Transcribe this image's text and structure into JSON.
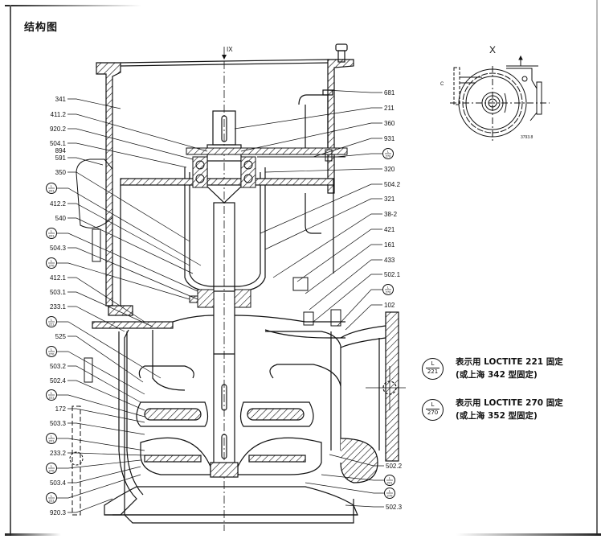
{
  "title": "结构图",
  "section_marker": "IX",
  "view_x": {
    "label": "X",
    "drawing_number": "3793.8"
  },
  "left_labels": [
    {
      "type": "text",
      "text": "341"
    },
    {
      "type": "text",
      "text": "411.2"
    },
    {
      "type": "text",
      "text": "920.2"
    },
    {
      "type": "text",
      "text": "504.1"
    },
    {
      "type": "text",
      "text": "894\n591"
    },
    {
      "type": "text",
      "text": "350"
    },
    {
      "type": "symbol",
      "code": "221"
    },
    {
      "type": "text",
      "text": "412.2"
    },
    {
      "type": "text",
      "text": "540"
    },
    {
      "type": "symbol",
      "code": "221"
    },
    {
      "type": "text",
      "text": "504.3"
    },
    {
      "type": "symbol",
      "code": "270"
    },
    {
      "type": "text",
      "text": "412.1"
    },
    {
      "type": "text",
      "text": "503.1"
    },
    {
      "type": "text",
      "text": "233.1"
    },
    {
      "type": "symbol",
      "code": "221"
    },
    {
      "type": "text",
      "text": "525"
    },
    {
      "type": "symbol",
      "code": "270"
    },
    {
      "type": "text",
      "text": "503.2"
    },
    {
      "type": "text",
      "text": "502.4"
    },
    {
      "type": "symbol",
      "code": "221"
    },
    {
      "type": "text",
      "text": "172"
    },
    {
      "type": "text",
      "text": "503.3"
    },
    {
      "type": "symbol",
      "code": "221"
    },
    {
      "type": "text",
      "text": "233.2"
    },
    {
      "type": "symbol",
      "code": "270"
    },
    {
      "type": "text",
      "text": "503.4"
    },
    {
      "type": "symbol",
      "code": "221"
    },
    {
      "type": "text",
      "text": "920.3"
    }
  ],
  "right_labels": [
    {
      "type": "text",
      "text": "681"
    },
    {
      "type": "text",
      "text": "211"
    },
    {
      "type": "text",
      "text": "360"
    },
    {
      "type": "text",
      "text": "931"
    },
    {
      "type": "symbol",
      "code": "270"
    },
    {
      "type": "text",
      "text": "320"
    },
    {
      "type": "text",
      "text": "504.2"
    },
    {
      "type": "text",
      "text": "321"
    },
    {
      "type": "text",
      "text": "38-2"
    },
    {
      "type": "text",
      "text": "421"
    },
    {
      "type": "text",
      "text": "161"
    },
    {
      "type": "text",
      "text": "433"
    },
    {
      "type": "text",
      "text": "502.1"
    },
    {
      "type": "symbol",
      "code": "270"
    },
    {
      "type": "text",
      "text": "102"
    }
  ],
  "bottom_right_labels": [
    {
      "type": "text",
      "text": "502.2"
    },
    {
      "type": "symbol",
      "code": "221"
    },
    {
      "type": "symbol",
      "code": "270"
    },
    {
      "type": "text",
      "text": "502.3"
    }
  ],
  "legend": [
    {
      "symbol_top": "L",
      "symbol_bottom": "221",
      "line1": "表示用 LOCTITE 221 固定",
      "line2": "(或上海 342 型固定)"
    },
    {
      "symbol_top": "L",
      "symbol_bottom": "270",
      "line1": "表示用 LOCTITE 270 固定",
      "line2": "(或上海 352 型固定)"
    }
  ]
}
